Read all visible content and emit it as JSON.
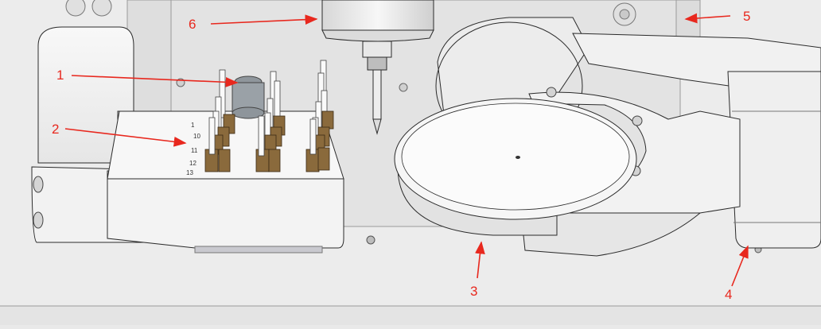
{
  "figure": {
    "description_colors": {
      "callout": "#e8281e",
      "background": "#ececec",
      "housing": "#f4f4f4",
      "outline": "#2b2b2b",
      "tube_rack_brown": "#8a6a3c",
      "pin_white": "#fafafa"
    },
    "callouts": [
      {
        "label": "1"
      },
      {
        "label": "2"
      },
      {
        "label": "3"
      },
      {
        "label": "4"
      },
      {
        "label": "5"
      },
      {
        "label": "6"
      }
    ]
  }
}
